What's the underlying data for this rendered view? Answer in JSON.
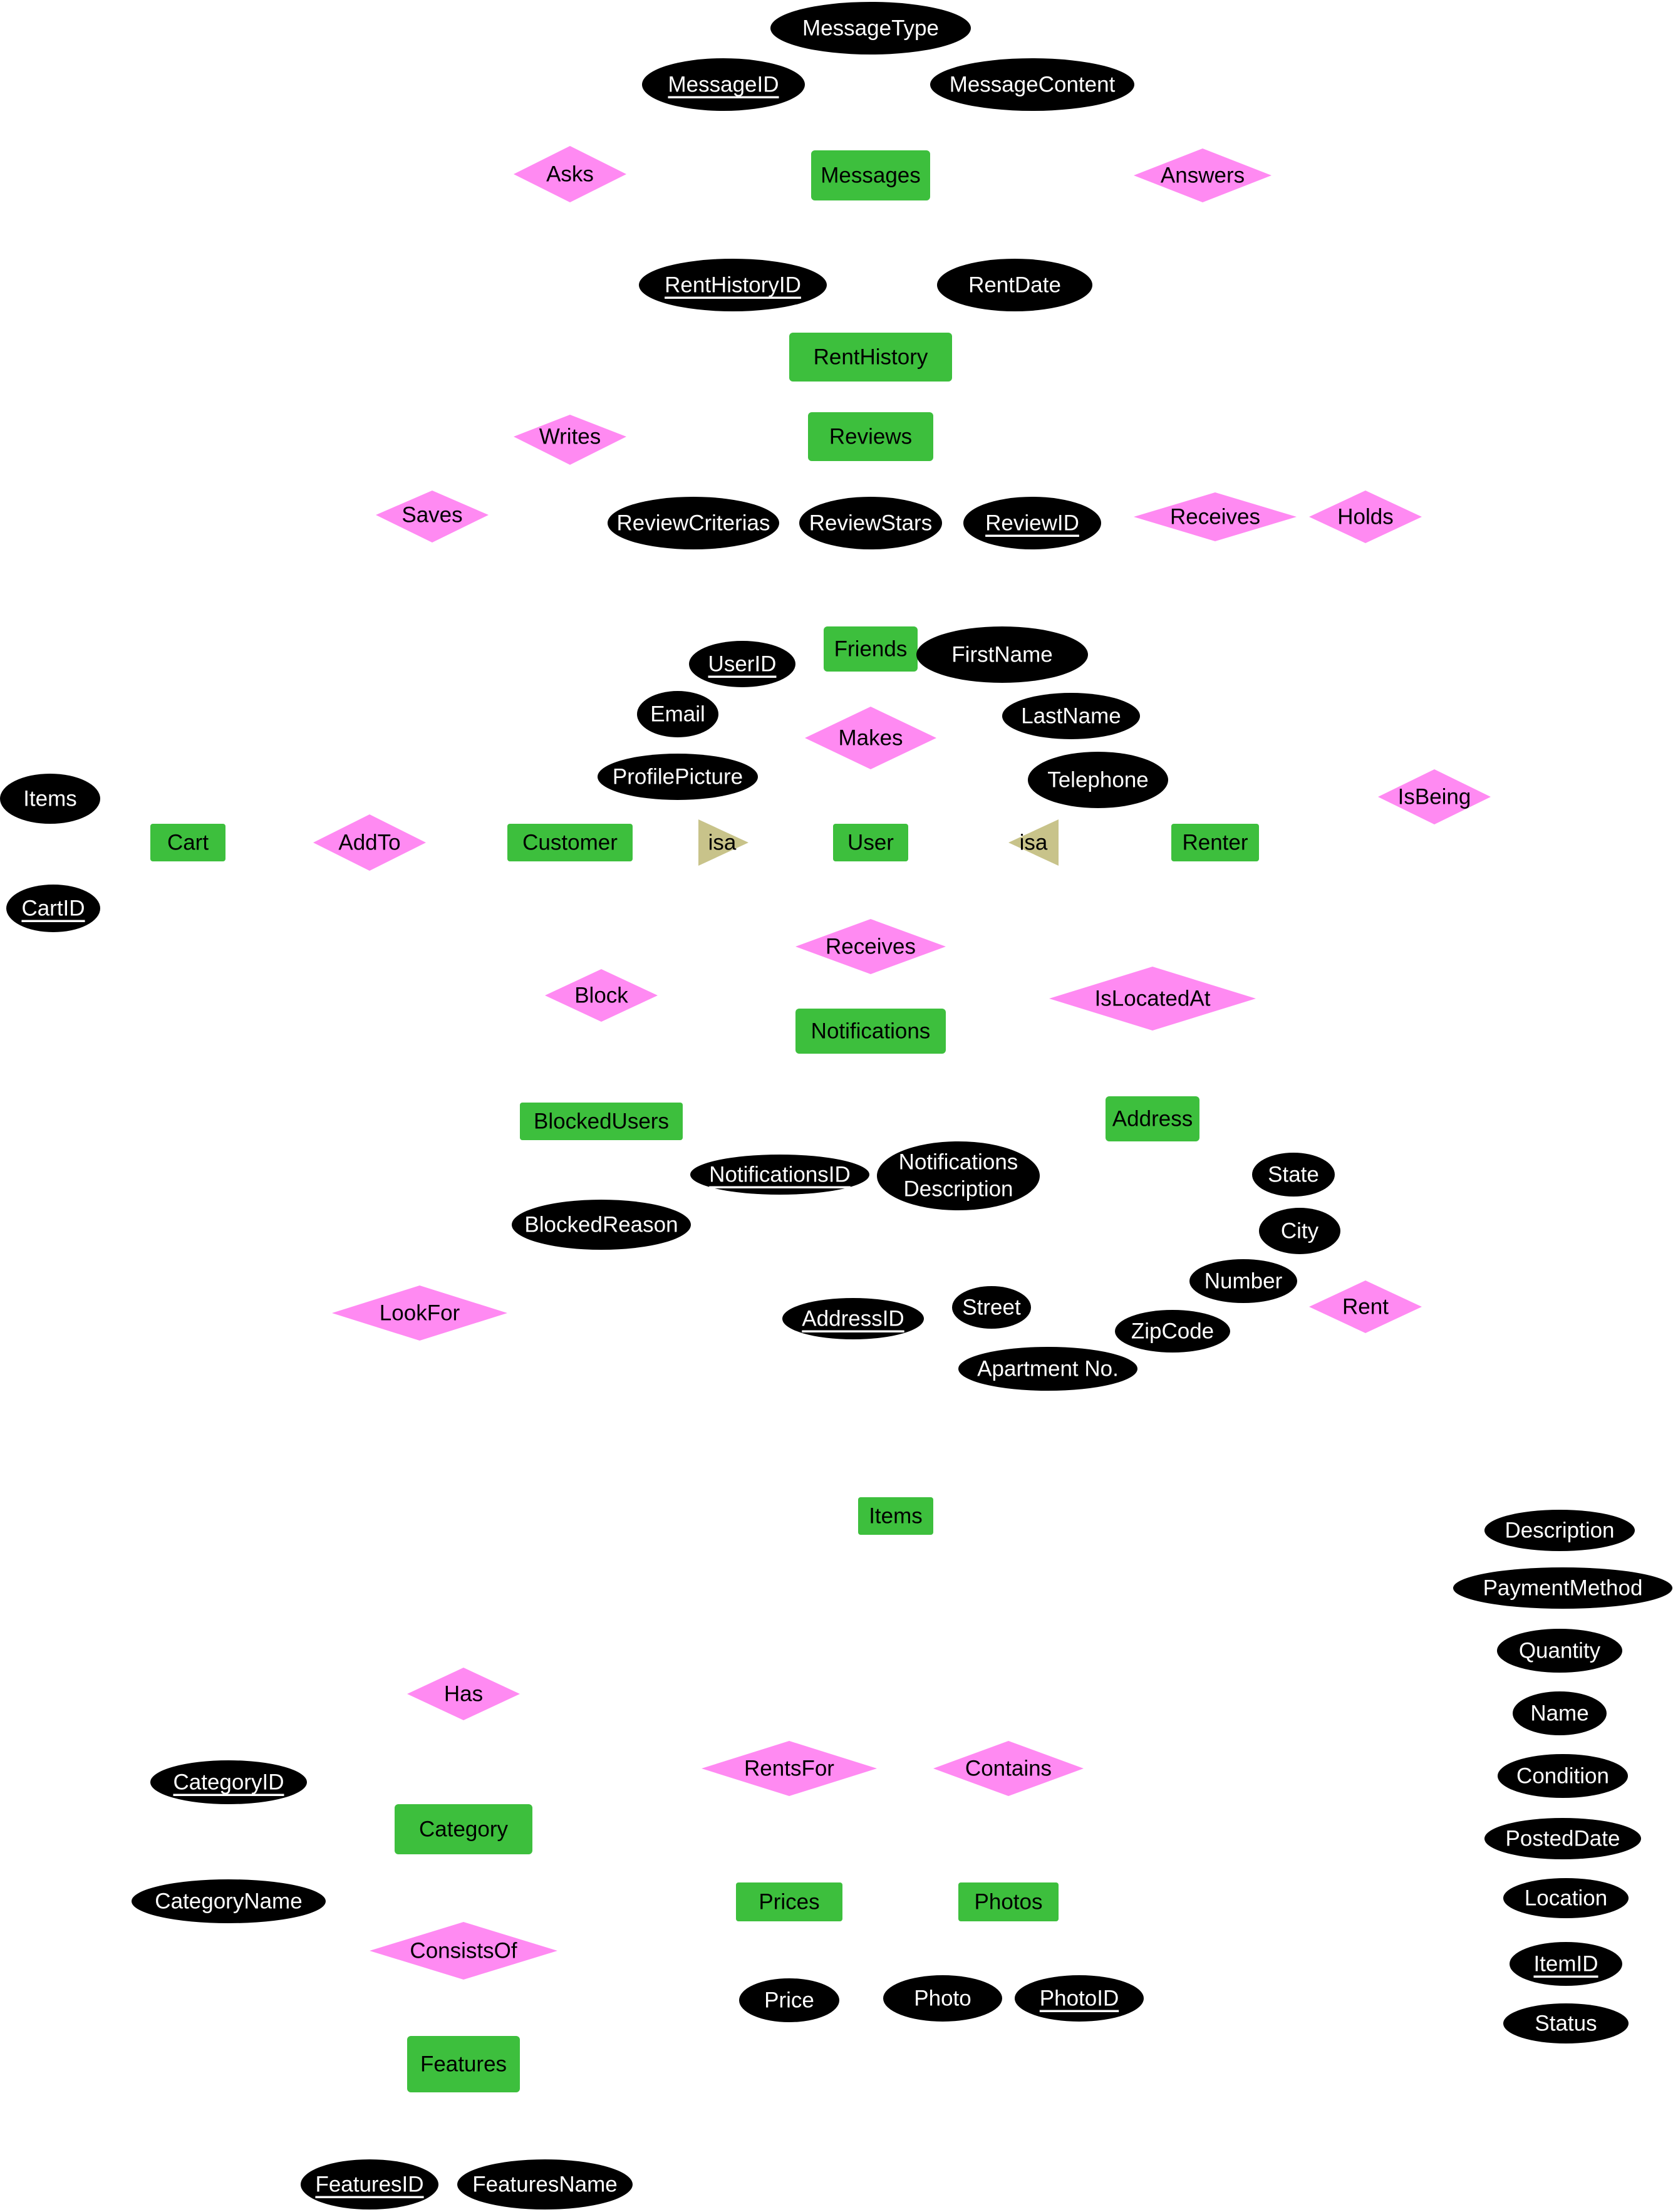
{
  "colors": {
    "entity": "#3dbf3d",
    "relationship": "#ff8af2",
    "attribute": "#000000",
    "isa": "#c8c38a",
    "attribute_text": "#ffffff"
  },
  "entities": {
    "messages": "Messages",
    "rent_history": "RentHistory",
    "reviews": "Reviews",
    "friends": "Friends",
    "cart": "Cart",
    "customer": "Customer",
    "user": "User",
    "renter": "Renter",
    "notifications": "Notifications",
    "blocked_users": "BlockedUsers",
    "address": "Address",
    "items": "Items",
    "category": "Category",
    "prices": "Prices",
    "photos": "Photos",
    "features": "Features"
  },
  "relationships": {
    "asks": "Asks",
    "answers": "Answers",
    "writes": "Writes",
    "saves": "Saves",
    "receives_review": "Receives",
    "holds": "Holds",
    "makes": "Makes",
    "is_being": "IsBeing",
    "add_to": "AddTo",
    "receives_notification": "Receives",
    "block": "Block",
    "is_located_at": "IsLocatedAt",
    "look_for": "LookFor",
    "rent": "Rent",
    "has": "Has",
    "rents_for": "RentsFor",
    "contains": "Contains",
    "consists_of": "ConsistsOf"
  },
  "isa": {
    "customer_isa": "isa",
    "renter_isa": "isa"
  },
  "attributes": {
    "message_type": "MessageType",
    "message_id": "MessageID",
    "message_content": "MessageContent",
    "rent_history_id": "RentHistoryID",
    "rent_date": "RentDate",
    "review_criterias": "ReviewCriterias",
    "review_stars": "ReviewStars",
    "review_id": "ReviewID",
    "user_id": "UserID",
    "first_name": "FirstName",
    "email": "Email",
    "last_name": "LastName",
    "profile_picture": "ProfilePicture",
    "telephone": "Telephone",
    "cart_items": "Items",
    "cart_id": "CartID",
    "notifications_id": "NotificationsID",
    "notifications_description_line1": "Notifications",
    "notifications_description_line2": "Description",
    "blocked_reason": "BlockedReason",
    "state": "State",
    "city": "City",
    "number": "Number",
    "street": "Street",
    "address_id": "AddressID",
    "zip_code": "ZipCode",
    "apartment_no": "Apartment No.",
    "description": "Description",
    "payment_method": "PaymentMethod",
    "quantity": "Quantity",
    "name": "Name",
    "condition": "Condition",
    "posted_date": "PostedDate",
    "location": "Location",
    "item_id": "ItemID",
    "status": "Status",
    "category_id": "CategoryID",
    "category_name": "CategoryName",
    "price": "Price",
    "photo": "Photo",
    "photo_id": "PhotoID",
    "features_id": "FeaturesID",
    "features_name": "FeaturesName"
  }
}
